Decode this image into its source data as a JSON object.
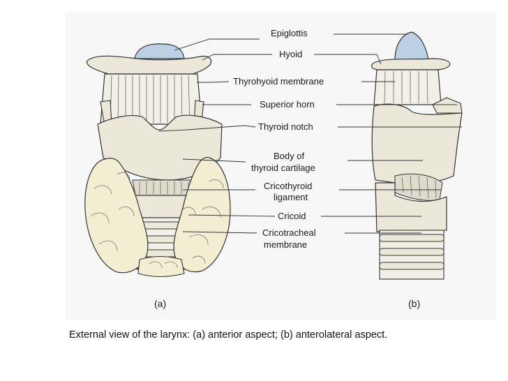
{
  "labels": {
    "epiglottis": "Epiglottis",
    "hyoid": "Hyoid",
    "thyrohyoid": "Thyrohyoid membrane",
    "superior_horn": "Superior horn",
    "thyroid_notch": "Thyroid notch",
    "body_line1": "Body of",
    "body_line2": "thyroid cartilage",
    "cricothyroid_line1": "Cricothyroid",
    "cricothyroid_line2": "ligament",
    "cricoid": "Cricoid",
    "cricotracheal_line1": "Cricotracheal",
    "cricotracheal_line2": "membrane"
  },
  "panels": {
    "a": "(a)",
    "b": "(b)"
  },
  "caption": "External view of the larynx: (a) anterior aspect; (b) anterolateral aspect.",
  "colors": {
    "cartilage": "#ece8d9",
    "membrane": "#f1efe6",
    "thyroid_gland": "#f2eed2",
    "epiglottis": "#bcd0e4",
    "line": "#333333"
  }
}
